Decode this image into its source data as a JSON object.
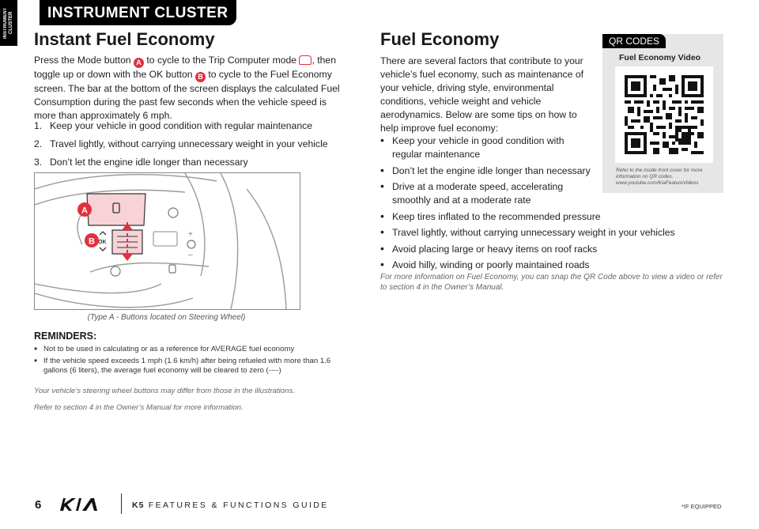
{
  "side_tab": "INSTRUMENT CLUSTER",
  "section_tab": "INSTRUMENT CLUSTER",
  "left": {
    "title": "Instant Fuel Economy",
    "intro": {
      "t1": "Press the Mode button",
      "badge_a": "A",
      "t2": "to cycle to the Trip Computer mode",
      "t3": ",",
      "t4": "then toggle up or down with the OK button",
      "badge_b": "B",
      "t5": "to cycle to the Fuel Economy screen. The bar at the bottom of the screen displays the calculated Fuel Consumption during the past few seconds when the vehicle speed is more than approximately 6 mph."
    },
    "steps": [
      {
        "num": "1.",
        "text": "Keep your vehicle in good condition with regular maintenance"
      },
      {
        "num": "2.",
        "text": "Travel lightly, without carrying unnecessary weight in your vehicle"
      },
      {
        "num": "3.",
        "text": "Don’t let the engine idle longer than necessary"
      }
    ],
    "figure": {
      "label_a": "A",
      "label_b": "B",
      "ok_label": "OK",
      "caption": "(Type A - Buttons located on Steering Wheel)"
    },
    "reminders_title": "REMINDERS:",
    "reminders": [
      "Not to be used in calculating or as a reference for AVERAGE fuel economy",
      "If the vehicle speed exceeds 1 mph (1.6 km/h) after being refueled with more than 1.6 gallons (6 liters), the average fuel economy will be cleared to zero (----)"
    ],
    "note1": "Your vehicle’s steering wheel buttons may differ from those in the illustrations.",
    "note2": "Refer to section 4 in the Owner’s Manual for more information."
  },
  "right": {
    "title": "Fuel Economy",
    "intro": "There are several factors that contribute to your vehicle’s fuel economy, such as maintenance of your vehicle, driving style, environmental conditions, vehicle weight and vehicle aerodynamics. Below are some tips on how to help improve fuel economy:",
    "tips": [
      "Keep your vehicle in good condition with regular maintenance",
      "Don’t let the engine idle longer than necessary",
      "Drive at a moderate speed, accelerating smoothly and at a moderate rate",
      "Keep tires inflated to the recommended pressure",
      "Travel lightly, without carrying unnecessary weight in your vehicles",
      "Avoid placing large or heavy items on roof racks",
      "Avoid hilly, winding or poorly maintained roads"
    ],
    "note": "For more information on Fuel Economy, you can snap the QR Code above to view a video or refer to section 4 in the Owner’s Manual."
  },
  "qr": {
    "tab": "QR CODES",
    "title": "Fuel Economy Video",
    "note": "Refer to the inside front cover for more information on QR codes. www.youtube.com/KiaFeatureVideos"
  },
  "footer": {
    "page": "6",
    "guide_model": "K5",
    "guide_text": "FEATURES & FUNCTIONS GUIDE",
    "equipped": "*IF EQUIPPED"
  },
  "colors": {
    "accent": "#e0313f",
    "highlight": "#f7d3d8",
    "qr_panel": "#e6e6e6"
  }
}
